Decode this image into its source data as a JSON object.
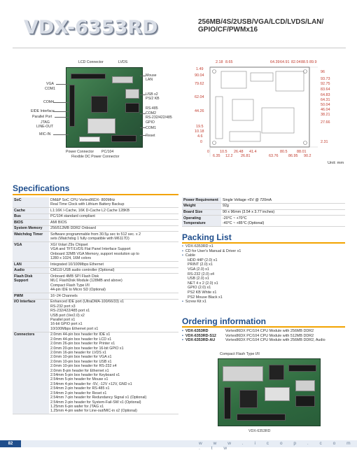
{
  "header": {
    "title": "VDX-6353RD",
    "subtitle": "256MB/4S/2USB/VGA/LCD/LVDS/LAN/ GPIO/CF/PWMx16"
  },
  "board_callouts": {
    "lcd_connector": "LCD Connector",
    "lvds": "LVDS",
    "vga": "VGA",
    "com1": "COM1",
    "com4": "COM4",
    "eide": "EIDE Interface",
    "parallel": "Parallel Port",
    "jtag": "JTAG",
    "lineout": "LINE-OUT",
    "micin": "MIC-IN",
    "mouse": "Mouse",
    "lan": "LAN",
    "usb": "USB x2",
    "ps2": "PS/2 KB",
    "rs485": "RS-485",
    "com2": "COM2",
    "rs232": "RS-232/422/485",
    "gpio": "GPIO",
    "com1r": "COM1",
    "reset": "Reset",
    "power": "Power Connector",
    "pc104": "PC/104",
    "flexible": "Flexible DC Power Connector"
  },
  "dimension": {
    "unit": "Unit: mm",
    "left_labels": [
      "1.49",
      "90.04",
      "79.62",
      "62.04",
      "44.26",
      "19.5",
      "10.18",
      "4.6",
      "0"
    ],
    "right_labels": [
      "96",
      "93.73",
      "92.75",
      "83.64",
      "64.83",
      "64.31",
      "50.04",
      "46.04",
      "38.21",
      "27.66",
      "2.31"
    ],
    "top_labels": [
      "2.18",
      "8.65",
      "64.39",
      "64.91",
      "82.04",
      "88.5",
      "89.9"
    ],
    "bottom_labels": [
      "0",
      "6.35",
      "10.5",
      "12.2",
      "26.48",
      "26.81",
      "41.4",
      "63.76",
      "80.5",
      "86.95",
      "88.01",
      "90.2"
    ]
  },
  "specs_title": "Specifications",
  "specs": [
    {
      "k": "SoC",
      "v": [
        "DM&P SoC CPU Vortex86DX- 800MHz",
        "Real Time Clock with Lithium Battery Backup"
      ]
    },
    {
      "k": "Cache",
      "v": [
        "L1:16K I-Cache, 16K D-Cache L2 Cache 128KB"
      ]
    },
    {
      "k": "Bus",
      "v": [
        "PC/104 standard compliant"
      ]
    },
    {
      "k": "BIOS",
      "v": [
        "AMI BIOS"
      ]
    },
    {
      "k": "System Memory",
      "v": [
        "256/512MB DDR2 Onboard"
      ]
    },
    {
      "k": "Watchdog Timer",
      "v": [
        "Software programmable from 30.5µ sec to 512 sec. x 2",
        "sets (Watchdog 1 fully compatible with M6117D)"
      ]
    },
    {
      "k": "VGA",
      "v": [
        "XGI Volari Z9s Chipset",
        "VGA and TFT/LVDS Flat Panel Interface Support",
        "Onboard 32MB VGA Memory, support resolution up to",
        "1280 x 1024, 16M colors"
      ]
    },
    {
      "k": "LAN",
      "v": [
        "Integrated 10/100Mbps Ethernet"
      ]
    },
    {
      "k": "Audio",
      "v": [
        "CM119 USB audio controller (Optional)"
      ]
    },
    {
      "k": "Flash Disk Support",
      "v": [
        "Onboard 4MB SPI Flash Disk",
        "MLC FlashDisk Module (128MB and above)",
        "Compact Flash Type I/II",
        "44-pin IDE to Micro SD (Optional)"
      ]
    },
    {
      "k": "PWM",
      "v": [
        "16~24 Channels"
      ]
    },
    {
      "k": "I/O Interface",
      "v": [
        "Enhanced IDE port (UltraDMA-100/66/33) x1",
        "RS-232 port x3",
        "RS-232/422/485 port x1",
        "USB port (Ver2.0) x2",
        "Parallel port x1",
        "16-bit GPIO port x1",
        "10/100Mbps Ethernet port x1"
      ]
    },
    {
      "k": "Connectors",
      "v": [
        "2.0mm 44-pin box header for IDE x1",
        "2.0mm 44-pin box header for LCD x1",
        "2.0mm 26-pin box header for Printer x1",
        "2.0mm 20-pin box header for 16-bit GPIO x1",
        "2.0mm 16-pin header for LVDS x1",
        "2.0mm 10-pin box header for VGA x1",
        "2.0mm 10-pin box header for USB x1",
        "2.0mm 10-pin box header for RS-232 x4",
        "2.0mm 8-pin header for Ethernet x1",
        "2.54mm 5-pin box header for Keyboard x1",
        "2.54mm 5-pin header for Mouse x1",
        "2.54mm 4-pin header for -5V, -12V +12V, GND x1",
        "2.54mm 2-pin header for RS-485 x1",
        "2.54mm 2-pin header for Reset x1",
        "2.54mm 7-pin header for Redundancy Signal x1 (Optional)",
        "2.54mm 2-pin header for System-Fail-SW x1 (Optional)",
        "1.25mm 6-pin wafer for JTAG x1",
        "1.25mm 4-pin wafer for Line-out/MIC-in x2 (Optional)"
      ]
    }
  ],
  "specs_right": [
    {
      "k": "Power Requirement",
      "v": [
        "Single Voltage +5V @ 720mA"
      ]
    },
    {
      "k": "Weight",
      "v": [
        "92g"
      ]
    },
    {
      "k": "Board Size",
      "v": [
        "90 x 96mm (3.54 x 3.77 inches)"
      ]
    },
    {
      "k": "Operating Temperature",
      "v": [
        "-20°C ~ +70°C",
        "-40°C ~ +85°C (Optional)"
      ]
    }
  ],
  "packing_title": "Packing List",
  "packing": [
    {
      "t": "VDX-6353RD x1",
      "b": true
    },
    {
      "t": "CD for User's Manual & Driver x1",
      "b": true
    },
    {
      "t": "Cable",
      "b": true
    },
    {
      "t": "HDD 44P (2.0) x1",
      "b": false
    },
    {
      "t": "PRINT (2.0) x1",
      "b": false
    },
    {
      "t": "VGA (2.0) x1",
      "b": false
    },
    {
      "t": "RS-232 (2.0) x4",
      "b": false
    },
    {
      "t": "USB (2.0) x1",
      "b": false
    },
    {
      "t": "NET 4 x 2 (2.0) x1",
      "b": false
    },
    {
      "t": "GPIO (2.0) x1",
      "b": false
    },
    {
      "t": "PS2 KB White x1",
      "b": false
    },
    {
      "t": "PS2 Mouse Black x1",
      "b": false
    },
    {
      "t": "Screw Kit x1",
      "b": true
    }
  ],
  "ordering_title": "Ordering information",
  "ordering": [
    {
      "m": "VDX-6353RD",
      "d": "Vortex86DX PC/104 CPU Module with 256MB DDR2"
    },
    {
      "m": "VDX-6353RD-S12",
      "d": "Vortex86DX PC/104 CPU Module with 512MB DDR2"
    },
    {
      "m": "VDX-6353RD-AU",
      "d": "Vortex86DX PC/104 CPU Module with 256MB DDR2, Audio"
    }
  ],
  "photo": {
    "cf_label": "Compact Flash Type I/II",
    "caption": "VDX-6353RD"
  },
  "footer": {
    "page": "82",
    "website": "w w w . i c o p . c o m . t w"
  }
}
